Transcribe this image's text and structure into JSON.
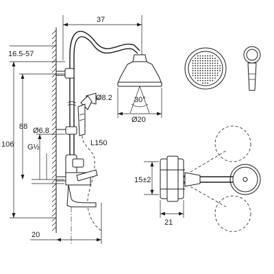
{
  "dimensions": {
    "top_width": "37",
    "top_height": "16.5-57",
    "height_88": "88",
    "height_106": "106",
    "diameter_68": "Ø6.8",
    "thread": "G½",
    "diameter_82": "Ø8.2",
    "angle": "30°",
    "diameter_20": "Ø20",
    "hose_length": "L150",
    "spout_reach": "20",
    "offset": "15±2",
    "handle_width": "21"
  }
}
